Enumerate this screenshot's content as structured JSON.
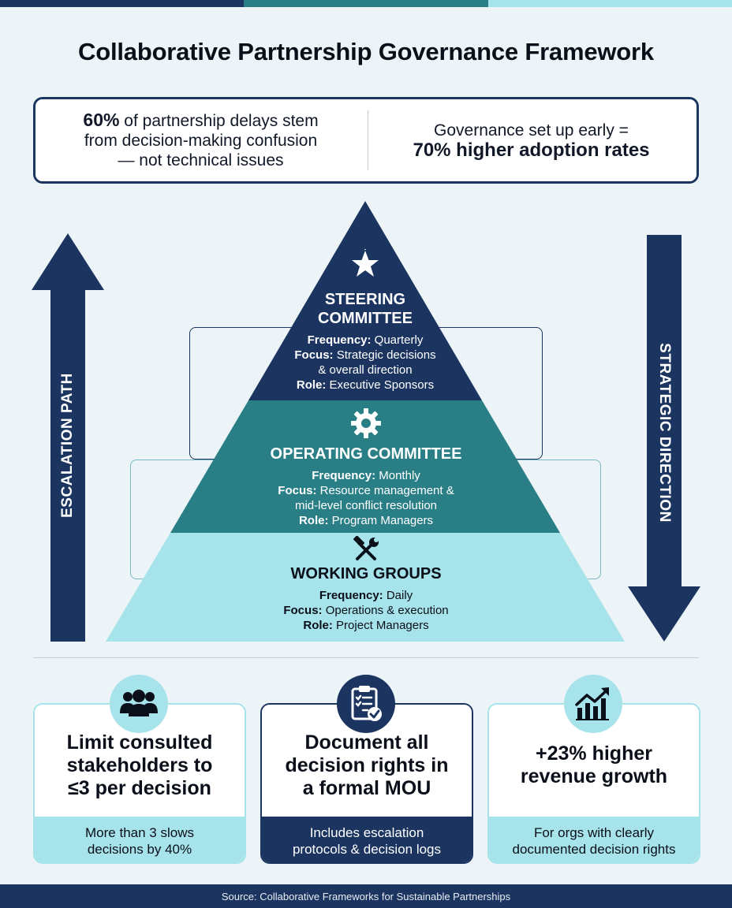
{
  "colors": {
    "navy": "#1c3560",
    "teal": "#2a7f86",
    "light_teal": "#a6e3ea",
    "background": "#ecf4f7"
  },
  "title": "Collaborative Partnership Governance Framework",
  "stats": {
    "left_bold": "60%",
    "left_line1": "of partnership delays stem",
    "left_line2": "from decision-making confusion",
    "left_line3": "— not technical issues",
    "right_line1": "Governance set up early =",
    "right_bold": "70% higher adoption rates"
  },
  "arrows": {
    "left_label": "ESCALATION PATH",
    "right_label": "STRATEGIC DIRECTION"
  },
  "tiers": {
    "steering": {
      "icon": "star-icon",
      "title_line1": "STEERING",
      "title_line2": "COMMITTEE",
      "frequency_label": "Frequency:",
      "frequency": "Quarterly",
      "focus_label": "Focus:",
      "focus_line1": "Strategic decisions",
      "focus_line2": "& overall direction",
      "role_label": "Role:",
      "role": "Executive Sponsors"
    },
    "operating": {
      "icon": "gear-icon",
      "title": "OPERATING COMMITTEE",
      "frequency_label": "Frequency:",
      "frequency": "Monthly",
      "focus_label": "Focus:",
      "focus_line1": "Resource management &",
      "focus_line2": "mid-level conflict resolution",
      "role_label": "Role:",
      "role": "Program Managers"
    },
    "working": {
      "icon": "tools-icon",
      "title": "WORKING GROUPS",
      "frequency_label": "Frequency:",
      "frequency": "Daily",
      "focus_label": "Focus:",
      "focus": "Operations & execution",
      "role_label": "Role:",
      "role": "Project Managers"
    }
  },
  "cards": [
    {
      "icon": "people-icon",
      "title_line1": "Limit consulted",
      "title_line2": "stakeholders to",
      "title_line3": "≤3 per decision",
      "sub_line1": "More than 3 slows",
      "sub_line2": "decisions by 40%"
    },
    {
      "icon": "clipboard-check-icon",
      "title_line1": "Document all",
      "title_line2": "decision rights in",
      "title_line3": "a formal MOU",
      "sub_line1": "Includes escalation",
      "sub_line2": "protocols & decision logs"
    },
    {
      "icon": "growth-chart-icon",
      "title_line1": "+23% higher",
      "title_line2": "revenue growth",
      "sub_line1": "For orgs with clearly",
      "sub_line2": "documented decision rights"
    }
  ],
  "footer": "Source: Collaborative Frameworks for Sustainable Partnerships"
}
